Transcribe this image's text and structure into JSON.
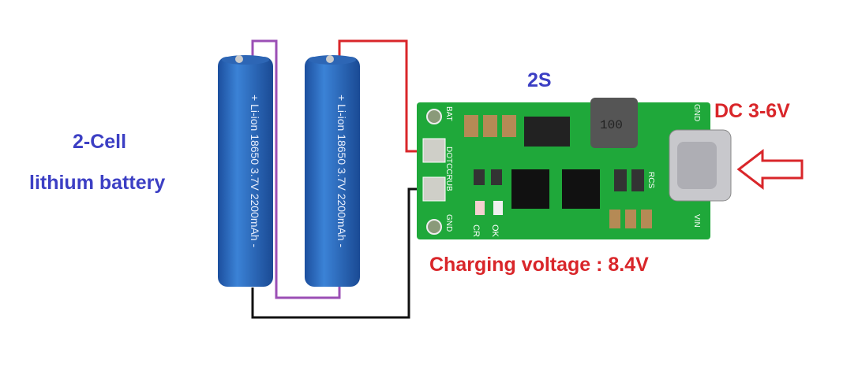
{
  "labels": {
    "cells_line1": "2-Cell",
    "cells_line2": "lithium battery",
    "series": "2S",
    "input": "DC 3-6V",
    "charging": "Charging voltage : 8.4V"
  },
  "battery": {
    "text": "+ Li-ion 18650 3.7V 2200mAh -"
  },
  "board": {
    "pads": [
      "BAT",
      "DOTCCRUB",
      "GND"
    ],
    "inductor": "100",
    "leds": [
      "CR",
      "OK"
    ],
    "rcs": "RCS",
    "right_pads": [
      "GND",
      "VIN"
    ]
  },
  "colors": {
    "blue": "#3c3fc4",
    "red": "#d9262a",
    "purple": "#9b4fb5",
    "pcb": "#1fa83a",
    "battery": "#2a6bc4"
  }
}
